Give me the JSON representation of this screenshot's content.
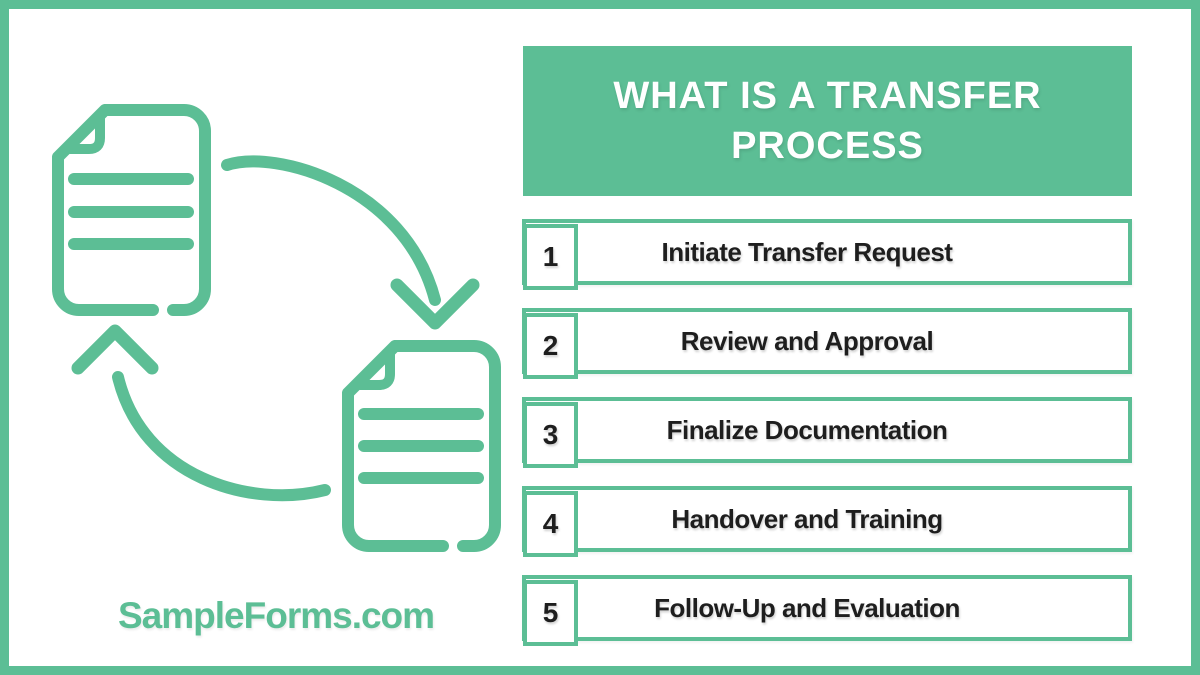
{
  "theme": {
    "green": "#5CBE95",
    "ink": "#1E1E1E",
    "bg": "#FFFFFF"
  },
  "title": {
    "line1": "WHAT IS A TRANSFER",
    "line2": "PROCESS"
  },
  "steps": [
    {
      "number": "1",
      "label": "Initiate Transfer Request"
    },
    {
      "number": "2",
      "label": "Review and Approval"
    },
    {
      "number": "3",
      "label": "Finalize Documentation"
    },
    {
      "number": "4",
      "label": "Handover and Training"
    },
    {
      "number": "5",
      "label": "Follow-Up and Evaluation"
    }
  ],
  "brand": {
    "label": "SampleForms.com"
  },
  "illustration": {
    "icons": [
      "document-icon",
      "document-icon",
      "arrow-down-icon",
      "arrow-up-icon"
    ],
    "depicts": "two documents exchanged in a cycle"
  }
}
